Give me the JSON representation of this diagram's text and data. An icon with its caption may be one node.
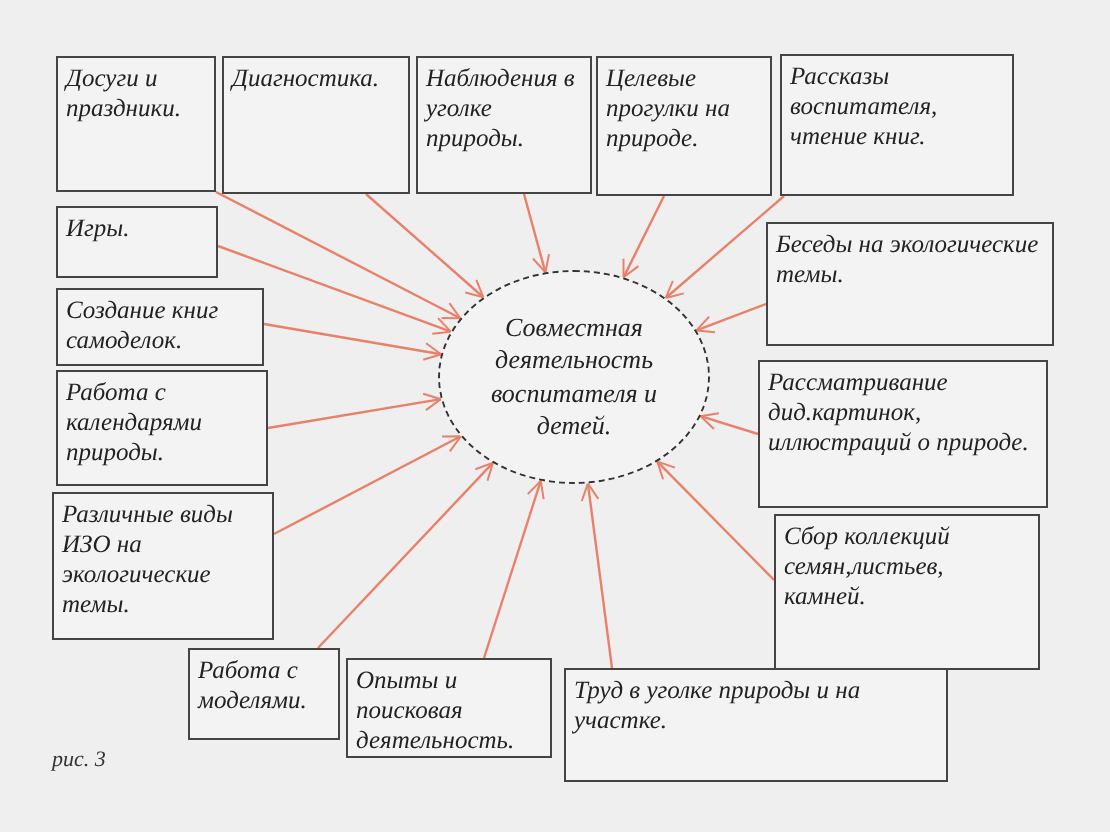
{
  "diagram": {
    "nodes": [
      {
        "text": [
          "Досуги и праздники."
        ]
      },
      {
        "text": [
          "Диагностика."
        ]
      },
      {
        "text": [
          "Наблюдения в уголке природы."
        ]
      },
      {
        "text": [
          "Целевые прогулки на природе."
        ]
      },
      {
        "text": [
          "Рассказы воспитателя, чтение книг."
        ]
      },
      {
        "text": [
          "Игры."
        ]
      },
      {
        "text": [
          "Беседы на экологические темы."
        ]
      },
      {
        "text": [
          "Создание книг самоделок."
        ]
      },
      {
        "text": [
          "Совместная деятельность воспитателя и детей."
        ]
      },
      {
        "text": [
          "Работа с календарями природы."
        ]
      },
      {
        "text": [
          "Рассматривание дид.картинок, иллюстраций о природе."
        ]
      },
      {
        "text": [
          "Различные виды ИЗО на экологические темы."
        ]
      },
      {
        "text": [
          "Сбор коллекций семян,листьев, камней."
        ]
      },
      {
        "text": [
          "Работа с моделями."
        ]
      },
      {
        "text": [
          "Опыты и поисковая деятельность."
        ]
      },
      {
        "text": [
          "Труд в уголке природы и на участке."
        ]
      }
    ],
    "edges": [
      {
        "from": 0,
        "to": 8,
        "arrow": "to"
      },
      {
        "from": 1,
        "to": 8,
        "arrow": "to"
      },
      {
        "from": 2,
        "to": 8,
        "arrow": "to"
      },
      {
        "from": 3,
        "to": 8,
        "arrow": "to"
      },
      {
        "from": 4,
        "to": 8,
        "arrow": "to"
      },
      {
        "from": 5,
        "to": 8,
        "arrow": "to"
      },
      {
        "from": 6,
        "to": 8,
        "arrow": "to"
      },
      {
        "from": 7,
        "to": 8,
        "arrow": "to"
      },
      {
        "from": 9,
        "to": 8,
        "arrow": "to"
      },
      {
        "from": 10,
        "to": 8,
        "arrow": "to"
      },
      {
        "from": 11,
        "to": 8,
        "arrow": "to"
      },
      {
        "from": 12,
        "to": 8,
        "arrow": "to"
      },
      {
        "from": 13,
        "to": 8,
        "arrow": "to"
      },
      {
        "from": 14,
        "to": 8,
        "arrow": "to"
      },
      {
        "from": 15,
        "to": 8,
        "arrow": "to"
      }
    ],
    "labels": [
      "рис. 3"
    ]
  }
}
